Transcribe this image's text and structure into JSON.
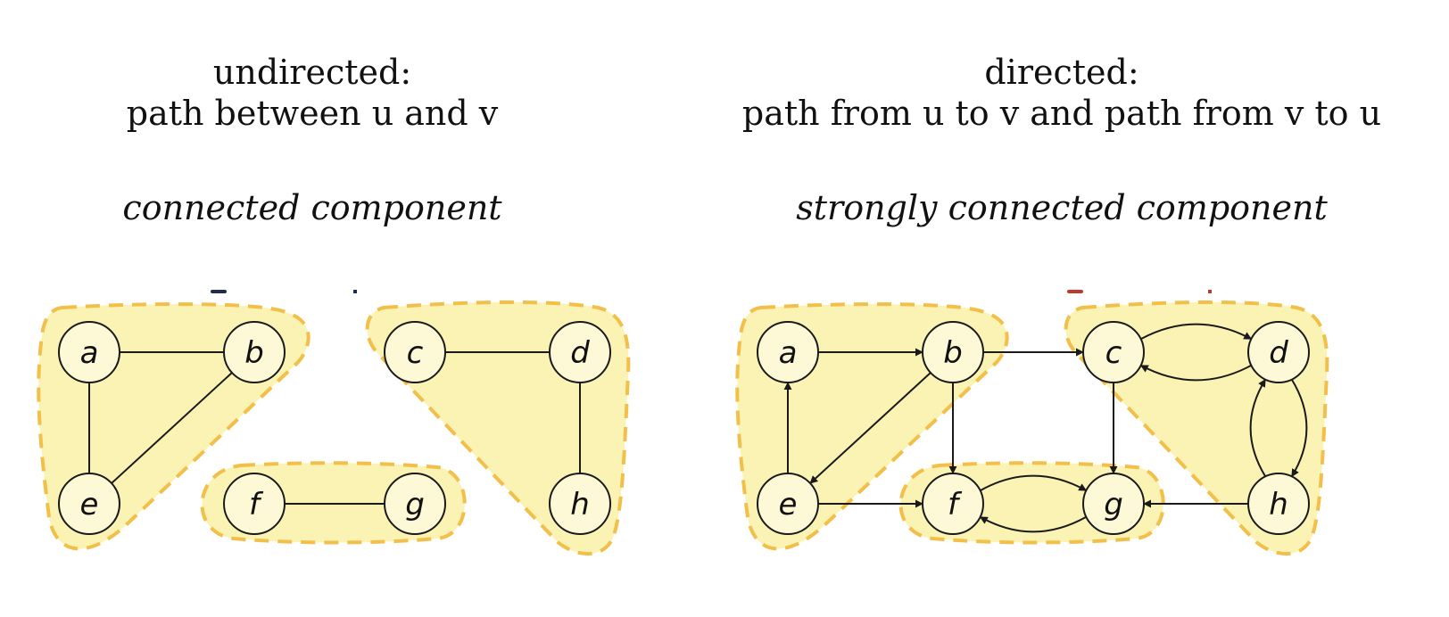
{
  "left_panel": {
    "heading": "undirected:",
    "description": "path between u and v",
    "term": "connected component"
  },
  "right_panel": {
    "heading": "directed:",
    "description": "path from u to v and path from v to u",
    "term": "strongly connected component"
  },
  "colors": {
    "region_fill": "#fbf3b3",
    "region_border": "#f2bf4a",
    "edge": "#1a1a1a"
  },
  "undirected_graph": {
    "nodes": [
      "a",
      "b",
      "c",
      "d",
      "e",
      "f",
      "g",
      "h"
    ],
    "edges": [
      [
        "a",
        "b"
      ],
      [
        "a",
        "e"
      ],
      [
        "b",
        "e"
      ],
      [
        "c",
        "d"
      ],
      [
        "d",
        "h"
      ],
      [
        "f",
        "g"
      ]
    ],
    "components": [
      [
        "a",
        "b",
        "e"
      ],
      [
        "c",
        "d",
        "h"
      ],
      [
        "f",
        "g"
      ]
    ]
  },
  "directed_graph": {
    "nodes": [
      "a",
      "b",
      "c",
      "d",
      "e",
      "f",
      "g",
      "h"
    ],
    "edges": [
      [
        "a",
        "b"
      ],
      [
        "e",
        "a"
      ],
      [
        "b",
        "e"
      ],
      [
        "b",
        "f"
      ],
      [
        "b",
        "c"
      ],
      [
        "e",
        "f"
      ],
      [
        "c",
        "g"
      ],
      [
        "c",
        "d"
      ],
      [
        "d",
        "c"
      ],
      [
        "d",
        "h"
      ],
      [
        "h",
        "d"
      ],
      [
        "h",
        "g"
      ],
      [
        "f",
        "g"
      ],
      [
        "g",
        "f"
      ]
    ],
    "components": [
      [
        "a",
        "b",
        "e"
      ],
      [
        "c",
        "d",
        "h"
      ],
      [
        "f",
        "g"
      ]
    ]
  }
}
